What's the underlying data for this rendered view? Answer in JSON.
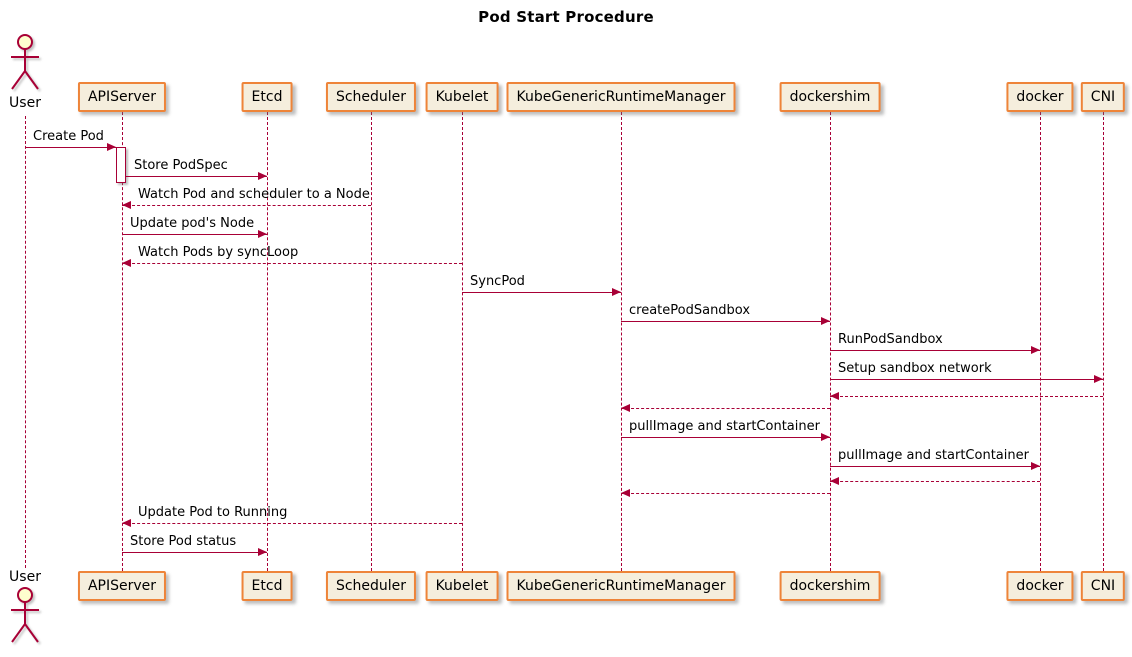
{
  "title": "Pod Start Procedure",
  "colors": {
    "line": "#A80036",
    "participant_border": "#EE8439",
    "participant_fill": "#F5EEDD",
    "actor_head_fill": "#FEFECE",
    "message_text": "#000000",
    "background": "#FFFFFF"
  },
  "icons": {
    "actor": "stick-figure-person"
  },
  "participants": [
    {
      "name": "User",
      "type": "actor"
    },
    {
      "name": "APIServer",
      "type": "participant"
    },
    {
      "name": "Etcd",
      "type": "participant"
    },
    {
      "name": "Scheduler",
      "type": "participant"
    },
    {
      "name": "Kubelet",
      "type": "participant"
    },
    {
      "name": "KubeGenericRuntimeManager",
      "type": "participant"
    },
    {
      "name": "dockershim",
      "type": "participant"
    },
    {
      "name": "docker",
      "type": "participant"
    },
    {
      "name": "CNI",
      "type": "participant"
    }
  ],
  "activation": {
    "participant": "APIServer"
  },
  "messages": [
    {
      "from": "User",
      "to": "APIServer",
      "label": "Create Pod",
      "style": "solid"
    },
    {
      "from": "APIServer",
      "to": "Etcd",
      "label": "Store PodSpec",
      "style": "solid"
    },
    {
      "from": "Scheduler",
      "to": "APIServer",
      "label": "Watch Pod and scheduler to a Node",
      "style": "dashed"
    },
    {
      "from": "APIServer",
      "to": "Etcd",
      "label": "Update pod's Node",
      "style": "solid"
    },
    {
      "from": "Kubelet",
      "to": "APIServer",
      "label": "Watch Pods by syncLoop",
      "style": "dashed"
    },
    {
      "from": "Kubelet",
      "to": "KubeGenericRuntimeManager",
      "label": "SyncPod",
      "style": "solid"
    },
    {
      "from": "KubeGenericRuntimeManager",
      "to": "dockershim",
      "label": "createPodSandbox",
      "style": "solid"
    },
    {
      "from": "dockershim",
      "to": "docker",
      "label": "RunPodSandbox",
      "style": "solid"
    },
    {
      "from": "dockershim",
      "to": "CNI",
      "label": "Setup sandbox network",
      "style": "solid"
    },
    {
      "from": "CNI",
      "to": "dockershim",
      "label": "",
      "style": "dashed"
    },
    {
      "from": "dockershim",
      "to": "KubeGenericRuntimeManager",
      "label": "",
      "style": "dashed"
    },
    {
      "from": "KubeGenericRuntimeManager",
      "to": "dockershim",
      "label": "pullImage and startContainer",
      "style": "solid"
    },
    {
      "from": "dockershim",
      "to": "docker",
      "label": "pullImage and startContainer",
      "style": "solid"
    },
    {
      "from": "docker",
      "to": "dockershim",
      "label": "",
      "style": "dashed"
    },
    {
      "from": "dockershim",
      "to": "KubeGenericRuntimeManager",
      "label": "",
      "style": "dashed"
    },
    {
      "from": "Kubelet",
      "to": "APIServer",
      "label": "Update Pod to Running",
      "style": "dashed"
    },
    {
      "from": "APIServer",
      "to": "Etcd",
      "label": "Store Pod status",
      "style": "solid"
    }
  ]
}
